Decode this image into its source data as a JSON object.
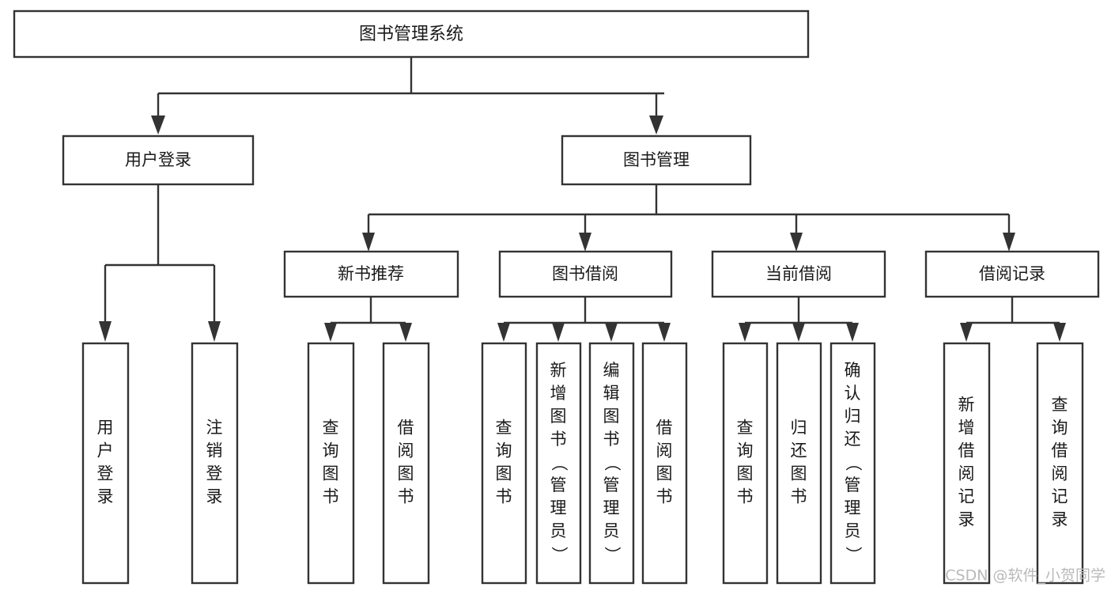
{
  "diagram": {
    "title": "图书管理系统",
    "watermark": "CSDN @软件_小贺同学",
    "colors": {
      "stroke": "#333333",
      "fill": "#ffffff",
      "text": "#1a1a1a",
      "watermark": "#b9b9b9",
      "background": "#ffffff"
    },
    "root": {
      "id": "root",
      "label": "图书管理系统",
      "orientation": "horizontal"
    },
    "level2": [
      {
        "id": "user-login",
        "label": "用户登录",
        "orientation": "horizontal"
      },
      {
        "id": "book-management",
        "label": "图书管理",
        "orientation": "horizontal"
      }
    ],
    "level3": [
      {
        "id": "new-book-recommend",
        "label": "新书推荐",
        "orientation": "horizontal",
        "parent": "book-management"
      },
      {
        "id": "book-borrow",
        "label": "图书借阅",
        "orientation": "horizontal",
        "parent": "book-management"
      },
      {
        "id": "current-borrow",
        "label": "当前借阅",
        "orientation": "horizontal",
        "parent": "book-management"
      },
      {
        "id": "borrow-record",
        "label": "借阅记录",
        "orientation": "horizontal",
        "parent": "book-management"
      }
    ],
    "leaves": [
      {
        "id": "leaf-user-login",
        "label": "用户登录",
        "orientation": "vertical",
        "parent": "user-login"
      },
      {
        "id": "leaf-user-logout",
        "label": "注销登录",
        "orientation": "vertical",
        "parent": "user-login"
      },
      {
        "id": "leaf-query-book-1",
        "label": "查询图书",
        "orientation": "vertical",
        "parent": "new-book-recommend"
      },
      {
        "id": "leaf-borrow-book-1",
        "label": "借阅图书",
        "orientation": "vertical",
        "parent": "new-book-recommend"
      },
      {
        "id": "leaf-query-book-2",
        "label": "查询图书",
        "orientation": "vertical",
        "parent": "book-borrow"
      },
      {
        "id": "leaf-add-book",
        "label": "新增图书（管理员）",
        "orientation": "vertical",
        "parent": "book-borrow"
      },
      {
        "id": "leaf-edit-book",
        "label": "编辑图书（管理员）",
        "orientation": "vertical",
        "parent": "book-borrow"
      },
      {
        "id": "leaf-borrow-book-2",
        "label": "借阅图书",
        "orientation": "vertical",
        "parent": "book-borrow"
      },
      {
        "id": "leaf-query-book-3",
        "label": "查询图书",
        "orientation": "vertical",
        "parent": "current-borrow"
      },
      {
        "id": "leaf-return-book",
        "label": "归还图书",
        "orientation": "vertical",
        "parent": "current-borrow"
      },
      {
        "id": "leaf-confirm-return",
        "label": "确认归还（管理员）",
        "orientation": "vertical",
        "parent": "current-borrow"
      },
      {
        "id": "leaf-add-record",
        "label": "新增借阅记录",
        "orientation": "vertical",
        "parent": "borrow-record"
      },
      {
        "id": "leaf-query-record",
        "label": "查询借阅记录",
        "orientation": "vertical",
        "parent": "borrow-record"
      }
    ]
  }
}
